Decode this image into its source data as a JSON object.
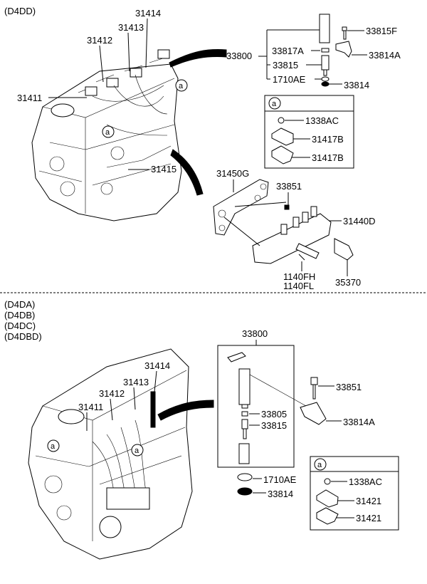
{
  "top_section": {
    "variants": [
      "(D4DD)"
    ],
    "engine_labels": [
      "31414",
      "31413",
      "31412",
      "31411",
      "31415"
    ],
    "callout": "a",
    "injector_group": {
      "assembly": "33800",
      "parts": [
        "33817A",
        "33815",
        "1710AE",
        "33814",
        "33815F",
        "33814A"
      ]
    },
    "detail_box": {
      "callout": "a",
      "parts": [
        "1338AC",
        "31417B",
        "31417B"
      ]
    },
    "rail_labels": [
      "31450G",
      "33851",
      "31440D",
      "1140FH",
      "1140FL",
      "35370"
    ]
  },
  "bottom_section": {
    "variants": [
      "(D4DA)",
      "(D4DB)",
      "(D4DC)",
      "(D4DBD)"
    ],
    "engine_labels": [
      "31414",
      "31413",
      "31412",
      "31411"
    ],
    "callout": "a",
    "injector_group": {
      "assembly": "33800",
      "parts": [
        "33805",
        "33815",
        "1710AE",
        "33814",
        "33851",
        "33814A"
      ]
    },
    "detail_box": {
      "callout": "a",
      "parts": [
        "1338AC",
        "31421",
        "31421"
      ]
    }
  }
}
